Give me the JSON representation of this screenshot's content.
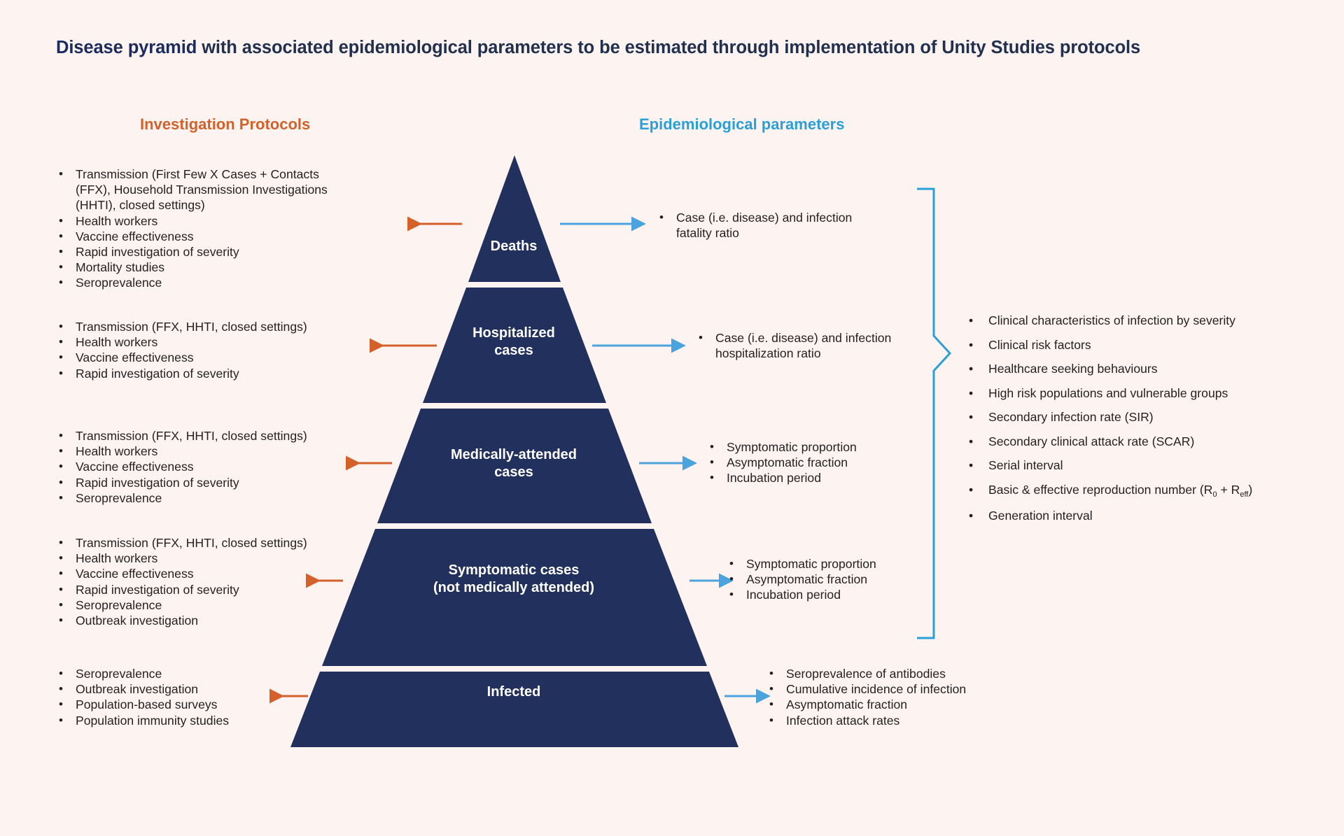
{
  "title": {
    "lead": "Disease pyramid",
    "rest": " with associated epidemiological parameters to be estimated through implementation of Unity Studies protocols"
  },
  "headers": {
    "protocols": "Investigation Protocols",
    "parameters": "Epidemiological parameters"
  },
  "colors": {
    "background": "#fdf4f1",
    "pyramid": "#22305e",
    "protocol_accent": "#d4602a",
    "parameter_accent": "#2a9fd8",
    "title": "#1b2b5e",
    "body_text": "#231f20"
  },
  "pyramid": {
    "tiers": [
      {
        "id": "deaths",
        "label": "Deaths"
      },
      {
        "id": "hospitalized",
        "label": "Hospitalized\ncases",
        "line1": "Hospitalized",
        "line2": "cases"
      },
      {
        "id": "medically-attended",
        "label": "Medically-attended\ncases",
        "line1": "Medically-attended",
        "line2": "cases"
      },
      {
        "id": "symptomatic",
        "label": "Symptomatic cases\n(not medically attended)",
        "line1": "Symptomatic cases",
        "line2": "(not medically attended)"
      },
      {
        "id": "infected",
        "label": "Infected"
      }
    ]
  },
  "protocols": {
    "deaths": [
      "Transmission (First Few X Cases + Contacts (FFX), Household Transmission Investigations (HHTI), closed settings)",
      "Health workers",
      "Vaccine effectiveness",
      "Rapid investigation of severity",
      "Mortality studies",
      "Seroprevalence"
    ],
    "hospitalized": [
      "Transmission (FFX, HHTI, closed settings)",
      "Health workers",
      "Vaccine effectiveness",
      "Rapid investigation of severity"
    ],
    "medically_attended": [
      "Transmission (FFX, HHTI, closed settings)",
      "Health workers",
      "Vaccine effectiveness",
      "Rapid investigation of severity",
      "Seroprevalence"
    ],
    "symptomatic": [
      "Transmission (FFX, HHTI, closed settings)",
      "Health workers",
      "Vaccine effectiveness",
      "Rapid investigation of severity",
      "Seroprevalence",
      "Outbreak investigation"
    ],
    "infected": [
      "Seroprevalence",
      "Outbreak investigation",
      "Population-based surveys",
      "Population immunity studies"
    ]
  },
  "parameters": {
    "deaths": [
      "Case (i.e. disease) and infection fatality ratio"
    ],
    "hospitalized": [
      "Case (i.e. disease) and infection hospitalization ratio"
    ],
    "medically_attended": [
      "Symptomatic proportion",
      "Asymptomatic fraction",
      "Incubation period"
    ],
    "symptomatic": [
      "Symptomatic proportion",
      "Asymptomatic fraction",
      "Incubation period"
    ],
    "infected": [
      "Seroprevalence of antibodies",
      "Cumulative incidence of infection",
      "Asymptomatic fraction",
      "Infection attack rates"
    ],
    "global": [
      "Clinical characteristics of infection by severity",
      "Clinical risk factors",
      "Healthcare seeking behaviours",
      "High risk populations and vulnerable groups",
      "Secondary infection rate (SIR)",
      "Secondary clinical attack rate (SCAR)",
      "Serial interval",
      "Basic & effective reproduction number (R0 + Reff)",
      "Generation interval"
    ],
    "global_reproduction": {
      "prefix": "Basic & effective reproduction number (R",
      "sub1": "0",
      "middle": " + R",
      "sub2": "eff",
      "suffix": ")"
    }
  }
}
